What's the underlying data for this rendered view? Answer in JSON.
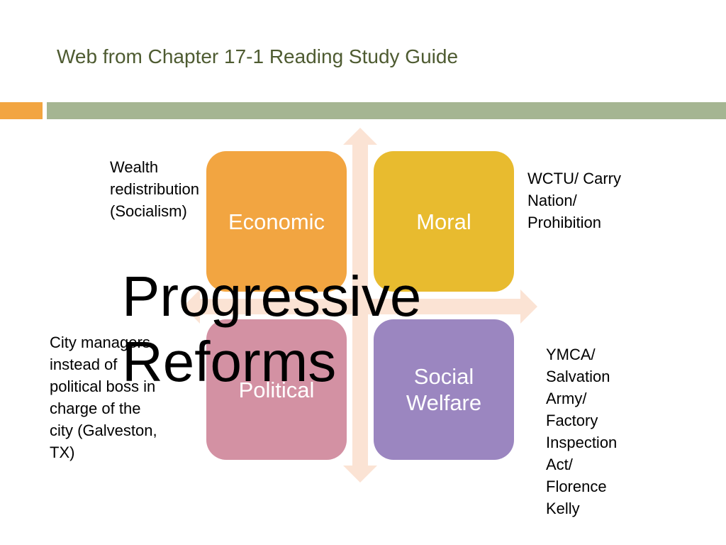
{
  "slide": {
    "title": "Web from Chapter 17-1 Reading Study Guide"
  },
  "center": {
    "line1": "Progressive",
    "line2": "Reforms"
  },
  "quadrants": [
    {
      "label_lines": [
        "Economic"
      ],
      "color": "#f2a541"
    },
    {
      "label_lines": [
        "Moral"
      ],
      "color": "#e8bb2f"
    },
    {
      "label_lines": [
        "Political"
      ],
      "color": "#d391a3"
    },
    {
      "label_lines": [
        "Social",
        "Welfare"
      ],
      "color": "#9b86c0"
    }
  ],
  "notes": {
    "economic": [
      "Wealth",
      "redistribution",
      "(Socialism)"
    ],
    "moral": [
      "WCTU/ Carry",
      "Nation/",
      "Prohibition"
    ],
    "political": [
      "City managers",
      "instead of",
      "political boss in",
      "charge of the",
      "city (Galveston,",
      "TX)"
    ],
    "social": [
      "YMCA/",
      "Salvation",
      "Army/",
      "Factory",
      "Inspection",
      "Act/",
      "Florence",
      "Kelly"
    ]
  },
  "colors": {
    "title": "#4e5b31",
    "accent_orange": "#f2a541",
    "accent_green": "#a5b592",
    "arrow": "#fbe3d4"
  }
}
